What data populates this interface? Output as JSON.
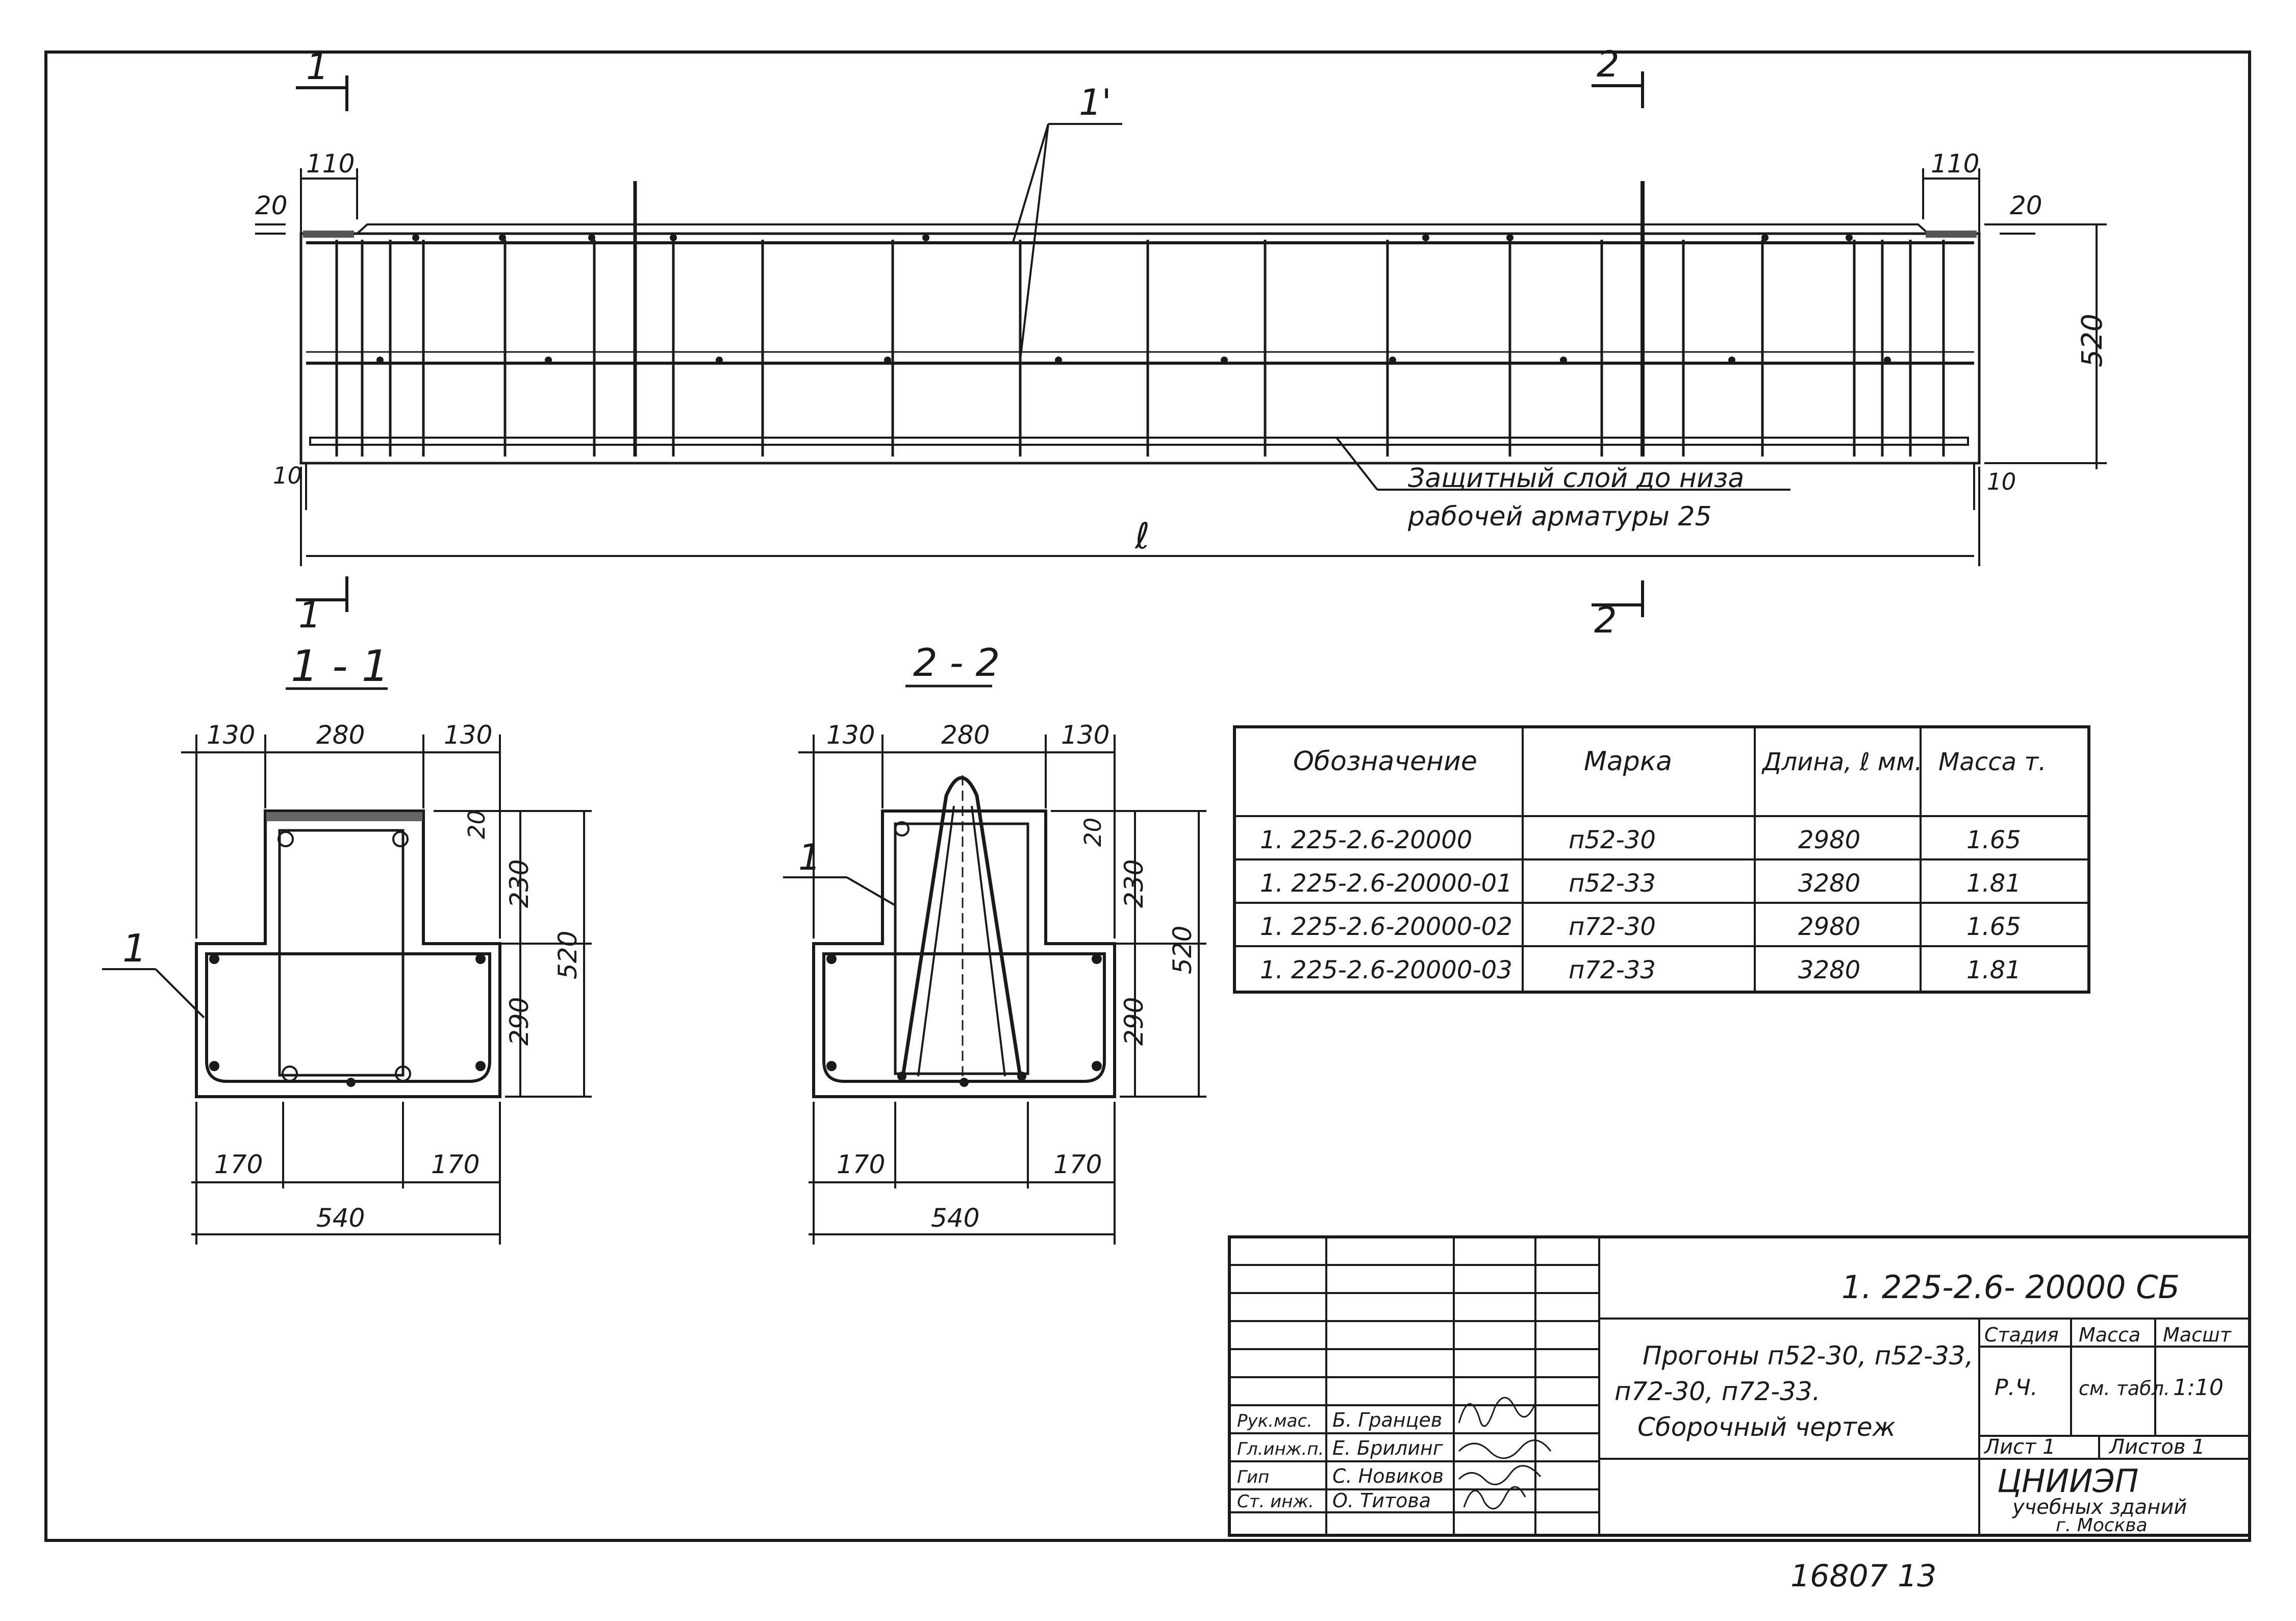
{
  "elevation": {
    "section_marks": {
      "left": "1",
      "right": "2"
    },
    "callout_bars": "1'",
    "dim_end_left": "110",
    "dim_end_right": "110",
    "dim_top_left": "20",
    "dim_top_right": "20",
    "dim_height": "520",
    "dim_bottom_left": "10",
    "dim_bottom_right": "10",
    "dim_length": "ℓ",
    "note_line1": "Защитный слой до низа",
    "note_line2": "рабочей арматуры 25"
  },
  "section_1": {
    "title": "1 - 1",
    "callout": "1",
    "dim_top_left": "130",
    "dim_top_mid": "280",
    "dim_top_right": "130",
    "dim_cover": "20",
    "dim_upper": "230",
    "dim_lower": "290",
    "dim_total": "520",
    "dim_bot_left": "170",
    "dim_bot_right": "170",
    "dim_width": "540"
  },
  "section_2": {
    "title": "2 - 2",
    "callout": "1",
    "dim_top_left": "130",
    "dim_top_mid": "280",
    "dim_top_right": "130",
    "dim_cover": "20",
    "dim_upper": "230",
    "dim_lower": "290",
    "dim_total": "520",
    "dim_bot_left": "170",
    "dim_bot_right": "170",
    "dim_width": "540"
  },
  "table": {
    "headers": [
      "Обозначение",
      "Марка",
      "Длина, ℓ мм.",
      "Масса т."
    ],
    "rows": [
      [
        "1. 225-2.6-20000",
        "п52-30",
        "2980",
        "1.65"
      ],
      [
        "1. 225-2.6-20000-01",
        "п52-33",
        "3280",
        "1.81"
      ],
      [
        "1. 225-2.6-20000-02",
        "п72-30",
        "2980",
        "1.65"
      ],
      [
        "1. 225-2.6-20000-03",
        "п72-33",
        "3280",
        "1.81"
      ]
    ]
  },
  "title_block": {
    "doc_code": "1. 225-2.6- 20000 СБ",
    "name_line1": "Прогоны п52-30, п52-33,",
    "name_line2": "п72-30, п72-33.",
    "name_line3": "Сборочный чертеж",
    "col_stage": "Стадия",
    "col_mass": "Масса",
    "col_scale": "Масшт",
    "stage": "Р.Ч.",
    "mass": "см. табл.",
    "scale": "1:10",
    "sheet": "Лист 1",
    "sheets": "Листов 1",
    "org_line1": "ЦНИИЭП",
    "org_line2": "учебных зданий",
    "org_line3": "г. Москва",
    "people": [
      {
        "role": "Рук.мас.",
        "name": "Б. Гранцев"
      },
      {
        "role": "Гл.инж.п.",
        "name": "Е. Брилинг"
      },
      {
        "role": "Гип",
        "name": "С. Новиков"
      },
      {
        "role": "Ст. инж.",
        "name": "О. Титова"
      }
    ]
  },
  "footer_number": "16807   13"
}
